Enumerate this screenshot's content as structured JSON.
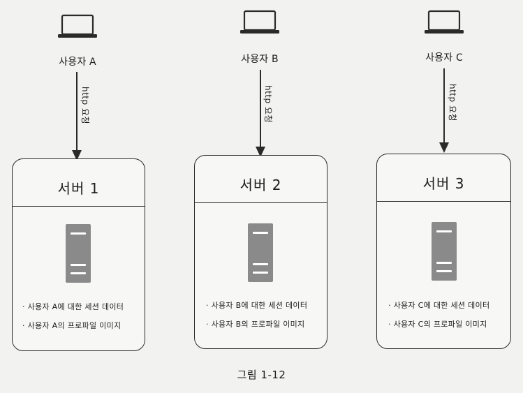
{
  "users": [
    {
      "label": "사용자 A",
      "icon": "laptop-icon"
    },
    {
      "label": "사용자 B",
      "icon": "laptop-icon"
    },
    {
      "label": "사용자 C",
      "icon": "laptop-icon"
    }
  ],
  "request_label": "http 요청",
  "servers": [
    {
      "title": "서버 1",
      "items": [
        "· 사용자 A에 대한 세션 데이터",
        "· 사용자 A의 프로파일 이미지"
      ]
    },
    {
      "title": "서버 2",
      "items": [
        "· 사용자 B에 대한 세션 데이터",
        "· 사용자 B의 프로파일 이미지"
      ]
    },
    {
      "title": "서버 3",
      "items": [
        "· 사용자 C에 대한 세션 데이터",
        "· 사용자 C의 프로파일 이미지"
      ]
    }
  ],
  "caption": "그림 1-12",
  "colors": {
    "background": "#f2f2f0",
    "line": "#2a2a2a",
    "server_icon": "#8a8a8a"
  }
}
